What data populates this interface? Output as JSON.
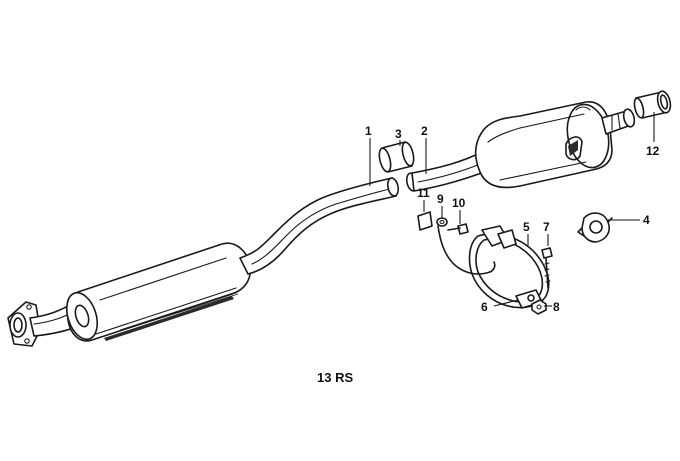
{
  "diagram": {
    "id_label": "13  RS",
    "callouts": {
      "p1": "1",
      "p2": "2",
      "p3": "3",
      "p4": "4",
      "p5": "5",
      "p6": "6",
      "p7": "7",
      "p8": "8",
      "p9": "9",
      "p10": "10",
      "p11": "11",
      "p12": "12"
    }
  }
}
